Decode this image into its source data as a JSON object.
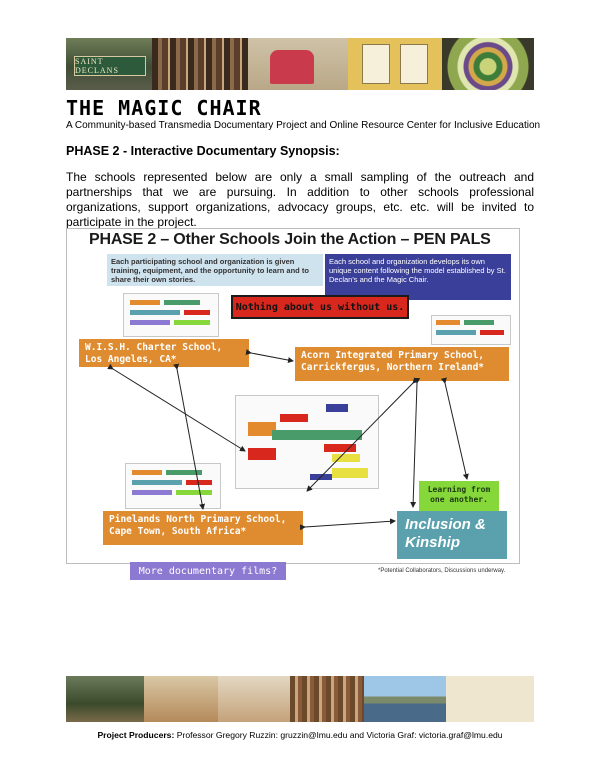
{
  "banner": {
    "sign_text": "SAINT DECLANS"
  },
  "header": {
    "title": "THE MAGIC CHAIR",
    "subtitle": "A Community-based Transmedia Documentary Project and Online Resource Center for Inclusive Education"
  },
  "section_heading": "PHASE 2 - Interactive Documentary Synopsis:",
  "intro_paragraph": "The schools represented below are only a small sampling of the outreach and partnerships that we are pursuing. In addition to other schools professional organizations, support organizations, advocacy groups, etc. etc. will be invited to participate in the project.",
  "diagram": {
    "title": "PHASE 2 – Other Schools Join the Action – PEN PALS",
    "training_box": "Each participating school and organization is given training, equipment, and the opportunity to learn and to share their own stories.",
    "content_box": "Each school and organization develops its own unique content following the model established by St. Declan's and the Magic Chair.",
    "slogan": "Nothing about us without us.",
    "school_1": "W.I.S.H. Charter School, Los Angeles, CA*",
    "school_2": "Acorn Integrated Primary School, Carrickfergus, Northern Ireland*",
    "school_3": "Pinelands North Primary School, Cape Town, South Africa*",
    "learning_box": "Learning from one another.",
    "inclusion_box": "Inclusion & Kinship",
    "more_films": "More documentary films?",
    "footnote": "*Potential Collaborators, Discussions underway."
  },
  "footer": {
    "label": "Project Producers:",
    "text": "Professor Gregory Ruzzin: gruzzin@lmu.edu and Victoria Graf: victoria.graf@lmu.edu"
  }
}
